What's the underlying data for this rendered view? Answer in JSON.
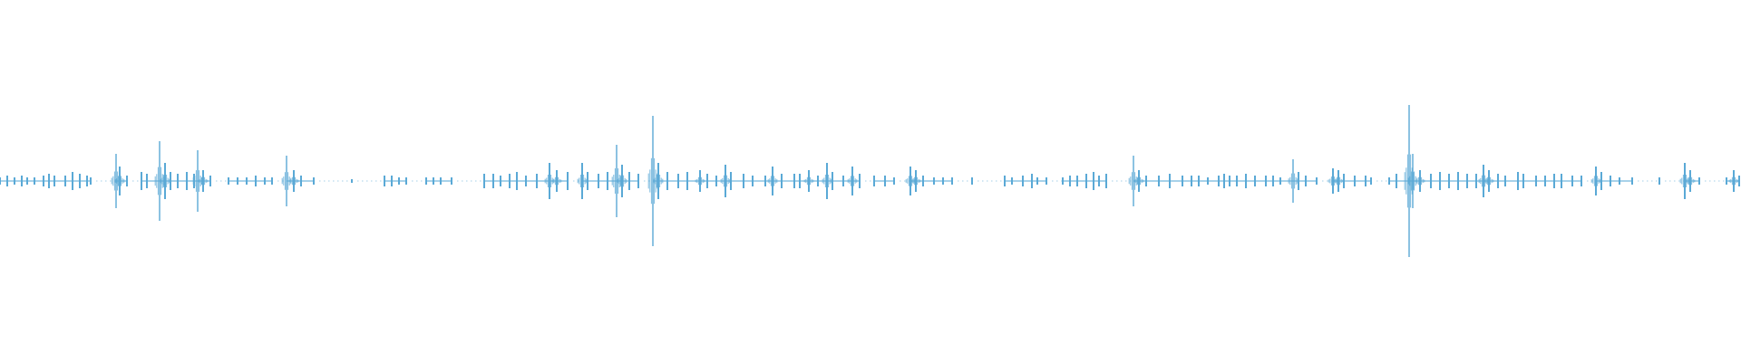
{
  "waveform": {
    "color": "#5aa9d6",
    "background": "#ffffff",
    "peaks": [
      [
        0,
        0.02
      ],
      [
        8,
        0.03
      ],
      [
        16,
        0.02
      ],
      [
        24,
        0.03
      ],
      [
        30,
        0.02
      ],
      [
        38,
        0.02
      ],
      [
        48,
        0.03
      ],
      [
        54,
        0.04
      ],
      [
        60,
        0.03
      ],
      [
        72,
        0.03
      ],
      [
        80,
        0.05
      ],
      [
        88,
        0.04
      ],
      [
        96,
        0.03
      ],
      [
        100,
        0.02
      ],
      [
        128,
        0.15
      ],
      [
        132,
        0.08
      ],
      [
        140,
        0.03
      ],
      [
        156,
        0.05
      ],
      [
        162,
        0.04
      ],
      [
        176,
        0.22
      ],
      [
        182,
        0.1
      ],
      [
        188,
        0.05
      ],
      [
        196,
        0.04
      ],
      [
        206,
        0.05
      ],
      [
        214,
        0.04
      ],
      [
        218,
        0.17
      ],
      [
        224,
        0.06
      ],
      [
        232,
        0.03
      ],
      [
        252,
        0.02
      ],
      [
        262,
        0.02
      ],
      [
        272,
        0.02
      ],
      [
        282,
        0.03
      ],
      [
        292,
        0.02
      ],
      [
        300,
        0.02
      ],
      [
        316,
        0.14
      ],
      [
        324,
        0.06
      ],
      [
        332,
        0.03
      ],
      [
        346,
        0.02
      ],
      [
        388,
        0.01
      ],
      [
        424,
        0.03
      ],
      [
        432,
        0.03
      ],
      [
        440,
        0.02
      ],
      [
        448,
        0.02
      ],
      [
        470,
        0.02
      ],
      [
        478,
        0.02
      ],
      [
        486,
        0.02
      ],
      [
        498,
        0.02
      ],
      [
        534,
        0.04
      ],
      [
        544,
        0.04
      ],
      [
        552,
        0.03
      ],
      [
        562,
        0.04
      ],
      [
        570,
        0.05
      ],
      [
        580,
        0.03
      ],
      [
        592,
        0.04
      ],
      [
        606,
        0.1
      ],
      [
        614,
        0.06
      ],
      [
        626,
        0.05
      ],
      [
        642,
        0.1
      ],
      [
        648,
        0.05
      ],
      [
        660,
        0.04
      ],
      [
        670,
        0.05
      ],
      [
        680,
        0.2
      ],
      [
        686,
        0.09
      ],
      [
        694,
        0.05
      ],
      [
        704,
        0.04
      ],
      [
        720,
        0.36
      ],
      [
        726,
        0.1
      ],
      [
        736,
        0.05
      ],
      [
        748,
        0.04
      ],
      [
        758,
        0.05
      ],
      [
        772,
        0.06
      ],
      [
        780,
        0.04
      ],
      [
        790,
        0.03
      ],
      [
        800,
        0.09
      ],
      [
        806,
        0.05
      ],
      [
        820,
        0.04
      ],
      [
        830,
        0.03
      ],
      [
        844,
        0.03
      ],
      [
        852,
        0.08
      ],
      [
        862,
        0.04
      ],
      [
        876,
        0.04
      ],
      [
        882,
        0.04
      ],
      [
        892,
        0.06
      ],
      [
        902,
        0.03
      ],
      [
        912,
        0.1
      ],
      [
        918,
        0.05
      ],
      [
        930,
        0.03
      ],
      [
        940,
        0.08
      ],
      [
        948,
        0.04
      ],
      [
        964,
        0.03
      ],
      [
        976,
        0.03
      ],
      [
        986,
        0.02
      ],
      [
        1004,
        0.08
      ],
      [
        1010,
        0.06
      ],
      [
        1018,
        0.03
      ],
      [
        1030,
        0.02
      ],
      [
        1040,
        0.02
      ],
      [
        1050,
        0.02
      ],
      [
        1072,
        0.02
      ],
      [
        1108,
        0.03
      ],
      [
        1116,
        0.02
      ],
      [
        1128,
        0.03
      ],
      [
        1138,
        0.04
      ],
      [
        1144,
        0.02
      ],
      [
        1154,
        0.02
      ],
      [
        1172,
        0.02
      ],
      [
        1180,
        0.03
      ],
      [
        1188,
        0.03
      ],
      [
        1198,
        0.04
      ],
      [
        1206,
        0.05
      ],
      [
        1212,
        0.03
      ],
      [
        1220,
        0.04
      ],
      [
        1250,
        0.14
      ],
      [
        1256,
        0.06
      ],
      [
        1264,
        0.03
      ],
      [
        1278,
        0.03
      ],
      [
        1290,
        0.04
      ],
      [
        1304,
        0.03
      ],
      [
        1314,
        0.03
      ],
      [
        1322,
        0.03
      ],
      [
        1332,
        0.02
      ],
      [
        1344,
        0.03
      ],
      [
        1350,
        0.04
      ],
      [
        1356,
        0.03
      ],
      [
        1364,
        0.03
      ],
      [
        1374,
        0.04
      ],
      [
        1384,
        0.03
      ],
      [
        1396,
        0.03
      ],
      [
        1404,
        0.03
      ],
      [
        1412,
        0.02
      ],
      [
        1426,
        0.12
      ],
      [
        1432,
        0.05
      ],
      [
        1440,
        0.03
      ],
      [
        1452,
        0.02
      ],
      [
        1470,
        0.07
      ],
      [
        1476,
        0.06
      ],
      [
        1482,
        0.04
      ],
      [
        1494,
        0.03
      ],
      [
        1506,
        0.03
      ],
      [
        1512,
        0.02
      ],
      [
        1532,
        0.02
      ],
      [
        1540,
        0.04
      ],
      [
        1554,
        0.42
      ],
      [
        1558,
        0.15
      ],
      [
        1566,
        0.06
      ],
      [
        1578,
        0.04
      ],
      [
        1588,
        0.05
      ],
      [
        1598,
        0.04
      ],
      [
        1608,
        0.05
      ],
      [
        1618,
        0.04
      ],
      [
        1628,
        0.04
      ],
      [
        1636,
        0.09
      ],
      [
        1642,
        0.06
      ],
      [
        1652,
        0.04
      ],
      [
        1660,
        0.03
      ],
      [
        1674,
        0.05
      ],
      [
        1680,
        0.04
      ],
      [
        1694,
        0.03
      ],
      [
        1704,
        0.03
      ],
      [
        1714,
        0.04
      ],
      [
        1722,
        0.04
      ],
      [
        1734,
        0.03
      ],
      [
        1744,
        0.03
      ],
      [
        1760,
        0.08
      ],
      [
        1766,
        0.05
      ],
      [
        1776,
        0.03
      ],
      [
        1786,
        0.02
      ],
      [
        1800,
        0.02
      ],
      [
        1830,
        0.02
      ],
      [
        1858,
        0.1
      ],
      [
        1864,
        0.06
      ],
      [
        1874,
        0.02
      ],
      [
        1904,
        0.02
      ],
      [
        1912,
        0.06
      ],
      [
        1918,
        0.03
      ]
    ]
  }
}
